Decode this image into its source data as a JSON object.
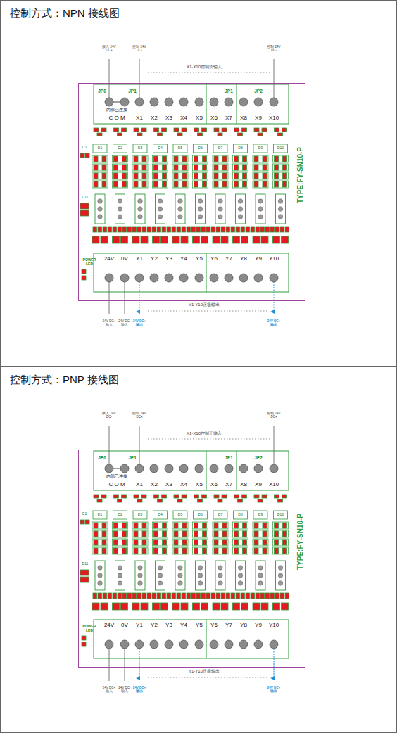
{
  "diagram": {
    "nodes": [
      {
        "text": [
          "控制方式：NPN 接线图"
        ]
      },
      {
        "text": [
          "TYPE:FY-SN10-P"
        ],
        "in": 0
      },
      {
        "text": [
          "控制方式：PNP 接线图"
        ]
      },
      {
        "text": [
          "TYPE:FY-SN10-P"
        ],
        "in": 2
      }
    ],
    "labels": [
      "接入 24V DC+",
      "控制 24V DC-",
      "控制 24V DC-",
      "X1-X10控制负输入",
      "JP0",
      "JP1",
      "JP1",
      "JP2",
      "内部已连接",
      "C O M",
      "X1",
      "X2",
      "X3",
      "X4",
      "X5",
      "X6",
      "X7",
      "X8",
      "X9",
      "X10",
      "D1",
      "D2",
      "D3",
      "D4",
      "D5",
      "D6",
      "D7",
      "D8",
      "D9",
      "D10",
      "C1",
      "D11",
      "POWER LED",
      "24V",
      "0V",
      "Y1",
      "Y2",
      "Y3",
      "Y4",
      "Y5",
      "Y6",
      "Y7",
      "Y8",
      "Y9",
      "Y10",
      "Y1-Y10正极输出",
      "24V DC+ 输入",
      "24V DC- 输入",
      "24V DC+ 输出",
      "24V DC+ 输出",
      "接入 24V DC-",
      "控制 24V DC+",
      "控制 24V DC+",
      "X1-X10控制正输入",
      "JP0",
      "JP1",
      "JP1",
      "JP2",
      "内部已连接",
      "C O M",
      "X1",
      "X2",
      "X3",
      "X4",
      "X5",
      "X6",
      "X7",
      "X8",
      "X9",
      "X10",
      "D1",
      "D2",
      "D3",
      "D4",
      "D5",
      "D6",
      "D7",
      "D8",
      "D9",
      "D10",
      "C1",
      "D11",
      "POWER LED",
      "24V",
      "0V",
      "Y1",
      "Y2",
      "Y3",
      "Y4",
      "Y5",
      "Y6",
      "Y7",
      "Y8",
      "Y9",
      "Y10",
      "Y1-Y10正极输出",
      "24V DC+ 输入",
      "24V DC- 输入",
      "24V DC+ 输出",
      "24V DC+ 输出"
    ]
  }
}
